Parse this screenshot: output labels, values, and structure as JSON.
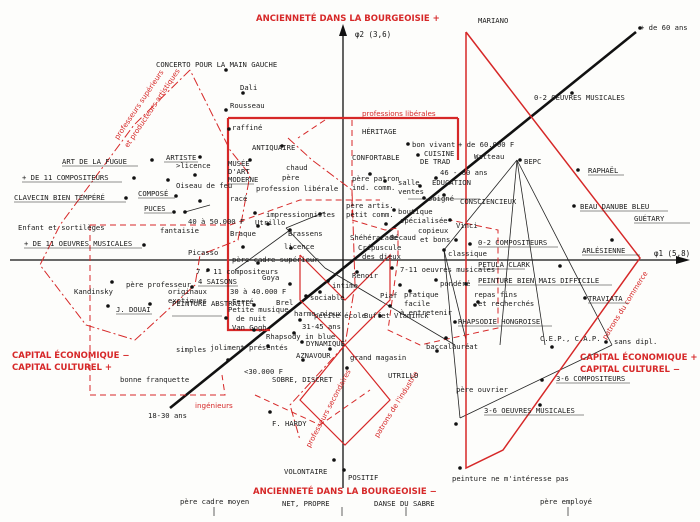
{
  "axes": {
    "vertical": "φ2 (3,6)",
    "horizontal": "φ1 (5,8)"
  },
  "axis_titles": {
    "top": "ANCIENNETÉ DANS LA BOURGEOISIE +",
    "bottom": "ANCIENNETÉ DANS LA BOURGEOISIE −",
    "left_line1": "CAPITAL ÉCONOMIQUE −",
    "left_line2": "CAPITAL CULTUREL +",
    "right_line1": "CAPITAL ÉCONOMIQUE +",
    "right_line2": "CAPITAL CULTUREL −"
  },
  "zone_labels": {
    "prof_sup": "professeurs supérieurs",
    "prod_art": "et producteurs artistiques",
    "prof_lib": "professions libérales",
    "ingenieurs": "ingénieurs",
    "prof_sec": "professeurs secondaires",
    "patrons_ind": "patrons de l'industrie",
    "patrons_com": "patrons du commerce"
  },
  "labels": {
    "concerto": "CONCERTO POUR LA MAIN GAUCHE",
    "dali": "Dali",
    "rousseau": "Rousseau",
    "raffine": "raffiné",
    "antiquaire": "ANTIQUAIRE",
    "artiste": "ARTISTE",
    "licence1": ">licence",
    "musee": "MUSÉE",
    "dart": "D'ART",
    "moderne": "MODERNE",
    "chaud": "chaud",
    "pere": "père",
    "prof_lib_small": "profession libérale",
    "oiseau": "Oiseau de feu",
    "race": "racé",
    "art_fugue": "ART DE LA FUGUE",
    "plus11": "+ DE 11 COMPOSITEURS",
    "clavecin": "CLAVECIN BIEN TEMPÉRÉ",
    "compose": "COMPOSÉ",
    "puces": "PUCES",
    "enfant": "Enfant et sortilèges",
    "fantaisie": "fantaisie",
    "plus11_oeuvres": "+ DE 11 OEUVRES MUSICALES",
    "p40_50": "40 à 50.000 F",
    "utrillo_top": "Utrillo",
    "impressionnistes": "impressionnistes",
    "braque": "Braque",
    "brassens": "Brassens",
    "licence2": "licence",
    "picasso": "Picasso",
    "pere_cadre": "père cadre supérieur",
    "kandinsky": "Kandinsky",
    "compositeurs711": "7 - 11 compositeurs",
    "saisons": "4 SAISONS",
    "goya": "Goya",
    "pere_professeur": "père professeur",
    "originaux": "originaux",
    "exotiques": "exotiques",
    "p30_40": "30 à 40.000 F",
    "ferre": "Ferré",
    "brel": "Brel",
    "intime": "intime",
    "sociable": "sociable",
    "j_douai": "J. DOUAI",
    "peinture_abstraite": "PEINTURE ABSTRAITE",
    "petite_musique": "Petite musique",
    "de_nuit": "de nuit",
    "van_gogh": "Van Gogh",
    "harmonieux": "harmo-nieux",
    "petite_ecole": "petite école",
    "ans31_45": "31-45 ans",
    "rhapsody": "Rhapsody in blue",
    "simples": "simples",
    "joliment": "joliment présentés",
    "dynamique": "DYNAMIQUE",
    "aznavour": "AZNAVOUR",
    "grand_magasin": "grand magasin",
    "bonne_franquette": "bonne franquette",
    "lt30000": "<30.000 F",
    "sobre": "SOBRE, DISCRET",
    "ans18_30": "18-30 ans",
    "f_hardy": "F. HARDY",
    "volontaire": "VOLONTAIRE",
    "positif": "POSITIF",
    "net_propre": "NET, PROPRE",
    "pere_cadre_moyen": "père cadre moyen",
    "danse_sabre": "DANSE DU SABRE",
    "pere_employe": "père employé",
    "mariano": "MARIANO",
    "de60": "+ de 60 ans",
    "oeuvres_02": "0-2 OEUVRES MUSICALES",
    "heritage": "HÉRITAGE",
    "bon_vivant": "bon vivant",
    "plus60000": "+ de 60.000 F",
    "confortable": "CONFORTABLE",
    "cuisine": "CUISINE",
    "de_trad": "DE TRAD",
    "watteau": "Watteau",
    "ans46_60": "46 - 60 ans",
    "bepc": "BEPC",
    "raphael": "RAPHAËL",
    "pere_patron": "père patron",
    "ind_comm": "ind. comm.",
    "salle": "salle",
    "ventes": "ventes",
    "education": "ÉDUCATION",
    "soigne": "soigné",
    "conscien": "CONSCIENCIEUX",
    "beau_danube": "BEAU DANUBE BLEU",
    "guetary": "GUÉTARY",
    "pere_artis": "père artis.",
    "petit_comm": "petit comm.",
    "boutique": "boutique",
    "specialisee": "spécialisée",
    "vinci": "Vinci",
    "sheherazade": "Shéhérazade",
    "becaud": "Bécaud",
    "copieux": "copieux",
    "et_bons": "et bons",
    "crepuscule": "Crépuscule",
    "des_dieux": "des dieux",
    "classique": "classique",
    "comp02": "0-2 COMPOSITEURS",
    "arlesienne": "ARLÉSIENNE",
    "petula": "PETULA CLARK",
    "renoir": "Renoir",
    "oeuvres711": "7-11 oeuvres musicales",
    "pondere": "pondéré",
    "peinture_bien": "PEINTURE BIEN MAIS DIFFICILE",
    "piaf": "Piaf",
    "pratique": "pratique",
    "facile": "facile",
    "a_entretenir": "à entretenir",
    "repas_fins": "repas fins",
    "et_recherches": "et recherchés",
    "traviata": "TRAVIATA",
    "buffet": "Buffet",
    "vlaminck": "Vlaminck",
    "rhapsodie": "RHAPSODIE HONGROISE",
    "cep_cap": "C.E.P., C.A.P.",
    "sans_dipl": "sans dipl.",
    "baccalaureat": "baccalauréat",
    "comp36": "3-6 COMPOSITEURS",
    "utrillo_bottom": "UTRILLO",
    "pere_ouvrier": "père ouvrier",
    "oeuvres36": "3-6 OEUVRES MUSICALES",
    "peinture_ne": "peinture ne m'intéresse pas"
  }
}
